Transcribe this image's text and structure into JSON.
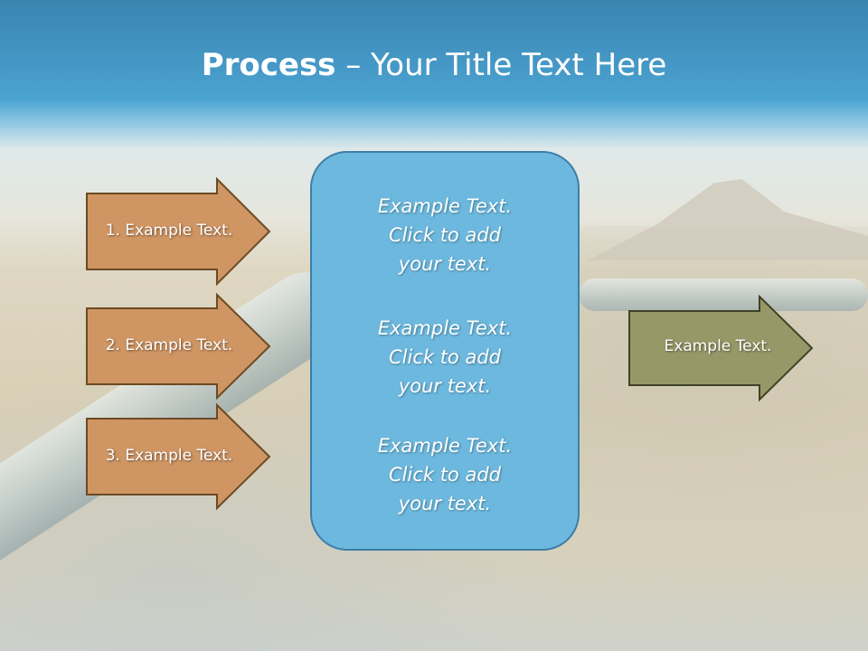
{
  "title": {
    "bold": "Process",
    "rest": " – Your Title Text Here"
  },
  "left_arrows": [
    {
      "label": "1. Example Text."
    },
    {
      "label": "2. Example Text."
    },
    {
      "label": "3. Example Text."
    }
  ],
  "center_box": {
    "blocks": [
      {
        "line1": "Example Text.",
        "line2": "Click  to add",
        "line3": "your text."
      },
      {
        "line1": "Example Text.",
        "line2": "Click  to add",
        "line3": "your text."
      },
      {
        "line1": "Example Text.",
        "line2": "Click  to add",
        "line3": "your text."
      }
    ]
  },
  "right_arrow": {
    "label": "Example Text."
  },
  "colors": {
    "left_arrow_fill": "#cf9563",
    "left_arrow_border": "#6b4a24",
    "right_arrow_fill": "#979868",
    "right_arrow_border": "#3f4226",
    "box_fill": "#6cb8de",
    "box_border": "#3e7ea6"
  }
}
